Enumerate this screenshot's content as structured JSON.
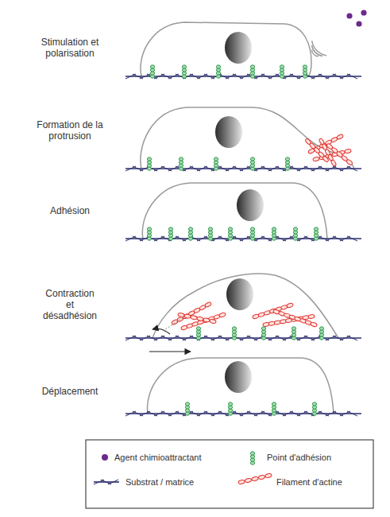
{
  "diagram": {
    "labels": [
      "Stimulation et polarisation",
      "Formation de la protrusion",
      "Adhésion",
      "Contraction et désadhésion",
      "Déplacement"
    ],
    "legend": [
      {
        "text": "Agent chimioattractant"
      },
      {
        "text": "Point d'adhésion"
      },
      {
        "text": "Substrat / matrice"
      },
      {
        "text": "Filament d'actine"
      }
    ]
  }
}
